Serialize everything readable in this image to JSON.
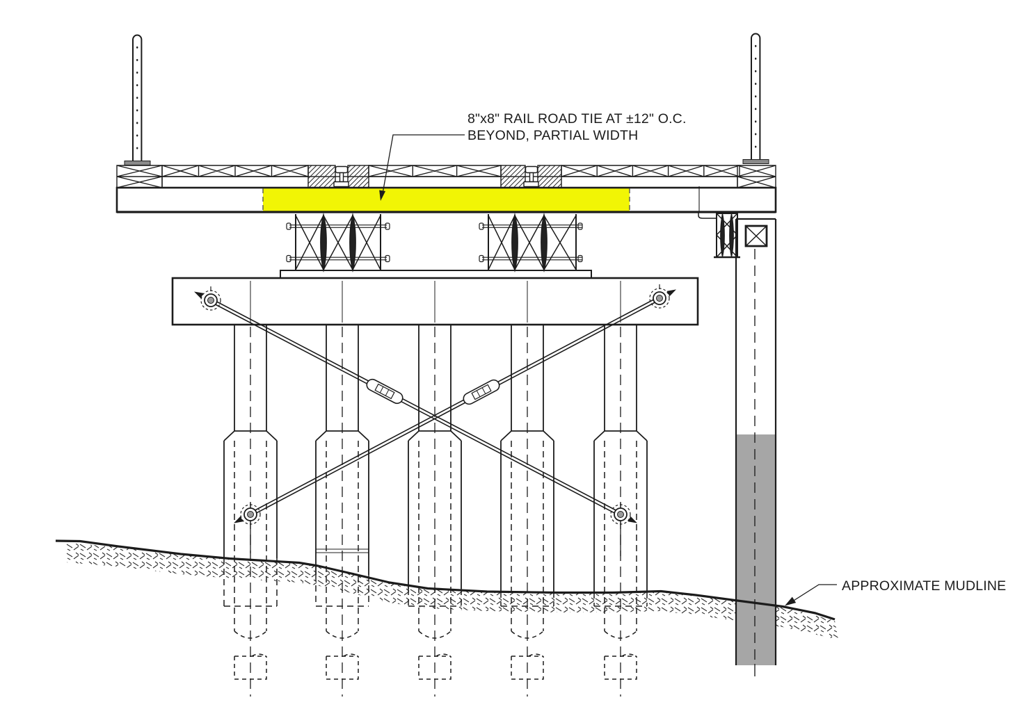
{
  "annotations": {
    "tie_note_line1": "8\"x8\" RAIL ROAD TIE  AT ±12\" O.C.",
    "tie_note_line2": "BEYOND, PARTIAL WIDTH",
    "mudline_note": "APPROXIMATE MUDLINE"
  },
  "colors": {
    "highlight": "#f1f505",
    "pile_shading": "#a6a6a6",
    "linework": "#1c1c1c",
    "background": "#ffffff"
  }
}
